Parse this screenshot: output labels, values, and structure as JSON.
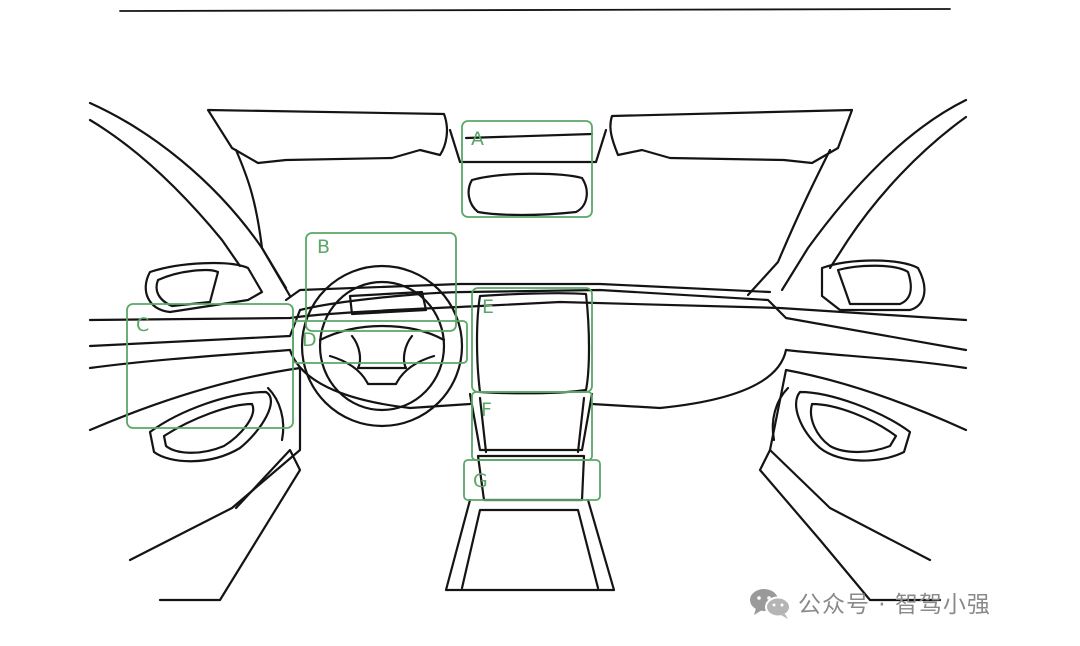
{
  "diagram": {
    "zones": [
      {
        "id": "A",
        "label": "A"
      },
      {
        "id": "B",
        "label": "B"
      },
      {
        "id": "C",
        "label": "C"
      },
      {
        "id": "D",
        "label": "D"
      },
      {
        "id": "E",
        "label": "E"
      },
      {
        "id": "F",
        "label": "F"
      },
      {
        "id": "G",
        "label": "G"
      }
    ],
    "zone_color": "#5aa867",
    "line_color": "#141414"
  },
  "watermark": {
    "text": "公众号 · 智驾小强",
    "icon": "wechat-icon",
    "color": "#8a8a8a"
  }
}
